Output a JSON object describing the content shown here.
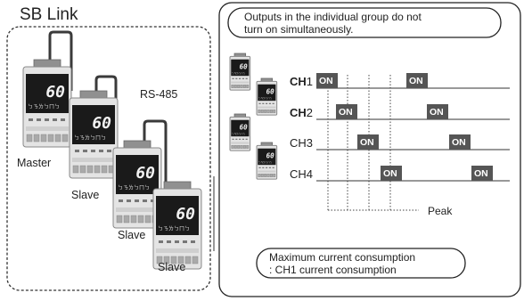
{
  "left_panel": {
    "title": "SB Link",
    "bus_label": "RS-485",
    "device_display": "60",
    "device_subdisplay": "ㄅㄋㄌㄅㄇㄅ",
    "units": [
      {
        "role": "Master"
      },
      {
        "role": "Slave"
      },
      {
        "role": "Slave"
      },
      {
        "role": "Slave"
      }
    ]
  },
  "right_panel": {
    "note_top": [
      "Outputs in the individual group do not",
      "turn on simultaneously."
    ],
    "channels": [
      {
        "label": "CH",
        "number": "1",
        "on_label": "ON",
        "pulses_at": [
          0,
          1
        ]
      },
      {
        "label": "CH",
        "number": "2",
        "on_label": "ON",
        "pulses_at": [
          0,
          1
        ]
      },
      {
        "label": "CH",
        "number": "3",
        "on_label": "ON",
        "pulses_at": [
          0,
          1
        ]
      },
      {
        "label": "CH",
        "number": "4",
        "on_label": "ON",
        "pulses_at": [
          0,
          1
        ]
      }
    ],
    "peak_label": "Peak",
    "note_bottom": [
      "Maximum current consumption",
      ": CH1 current consumption"
    ]
  },
  "colors": {
    "on_fill": "#555555",
    "device_body": "#e4e4e4",
    "device_screen": "#1a1a1a",
    "connector": "#909090",
    "cable": "#3a3a3a"
  }
}
